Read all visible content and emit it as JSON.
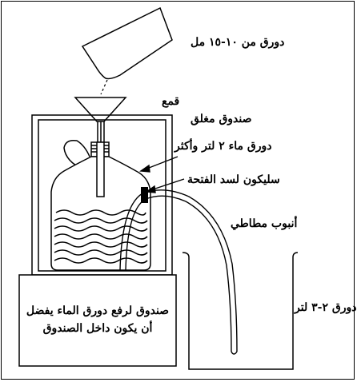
{
  "labels": {
    "beaker_small": "دورق من ١٠-١٥ مل",
    "funnel": "قمع",
    "closed_box": "صندوق مغلق",
    "water_jug": "دورق ماء ٢ لتر وأكثر",
    "silicone_plug": "سليكون لسد الفتحة",
    "rubber_tube": "أنبوب مطاطي",
    "beaker_large": "دورق ٢-٣ لتر",
    "stand_box_line1": "صندوق لرفع دورق الماء يفضل",
    "stand_box_line2": "أن يكون داخل الصندوق"
  },
  "colors": {
    "line": "#000000",
    "background": "#ffffff",
    "plug": "#000000"
  }
}
